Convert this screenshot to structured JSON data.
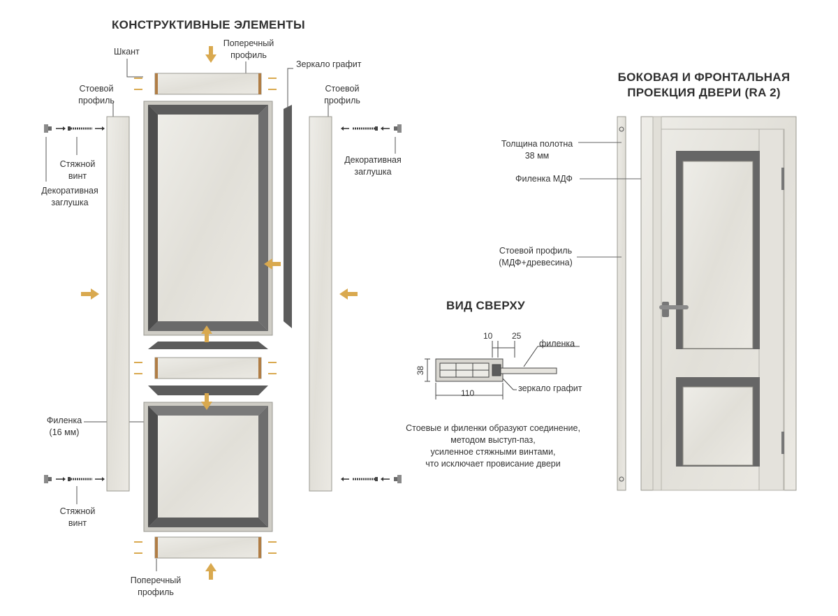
{
  "left": {
    "title": "КОНСТРУКТИВНЫЕ ЭЛЕМЕНТЫ",
    "labels": {
      "dowel": "Шкант",
      "cross_profile_top": [
        "Поперечный",
        "профиль"
      ],
      "mirror": "Зеркало графит",
      "stile_left": [
        "Стоевой",
        "профиль"
      ],
      "stile_right": [
        "Стоевой",
        "профиль"
      ],
      "screw_top": [
        "Стяжной",
        "винт"
      ],
      "plug_left": [
        "Декоративная",
        "заглушка"
      ],
      "plug_right": [
        "Декоративная",
        "заглушка"
      ],
      "panel": [
        "Филенка",
        "(16 мм)"
      ],
      "screw_bottom": [
        "Стяжной",
        "винт"
      ],
      "cross_profile_bottom": [
        "Поперечный",
        "профиль"
      ]
    }
  },
  "right": {
    "title": [
      "БОКОВАЯ И ФРОНТАЛЬНАЯ",
      "ПРОЕКЦИЯ ДВЕРИ (RA 2)"
    ],
    "labels": {
      "thickness": [
        "Толщина полотна",
        "38 мм"
      ],
      "panel_mdf": "Филенка МДФ",
      "stile": [
        "Стоевой профиль",
        "(МДФ+древесина)"
      ]
    }
  },
  "top_view": {
    "title": "ВИД СВЕРХУ",
    "dims": {
      "d10": "10",
      "d25": "25",
      "d38": "38",
      "d110": "110"
    },
    "labels": {
      "panel": "филенка",
      "mirror": "зеркало графит"
    },
    "note": [
      "Стоевые и филенки образуют соединение,",
      "методом выступ-паз,",
      "усиленное стяжными винтами,",
      "что исключает провисание двери"
    ]
  },
  "colors": {
    "accent": "#d9a94f",
    "graphite": "#5c5c5c",
    "marble": "#e6e4de",
    "tenon": "#b07d45"
  }
}
